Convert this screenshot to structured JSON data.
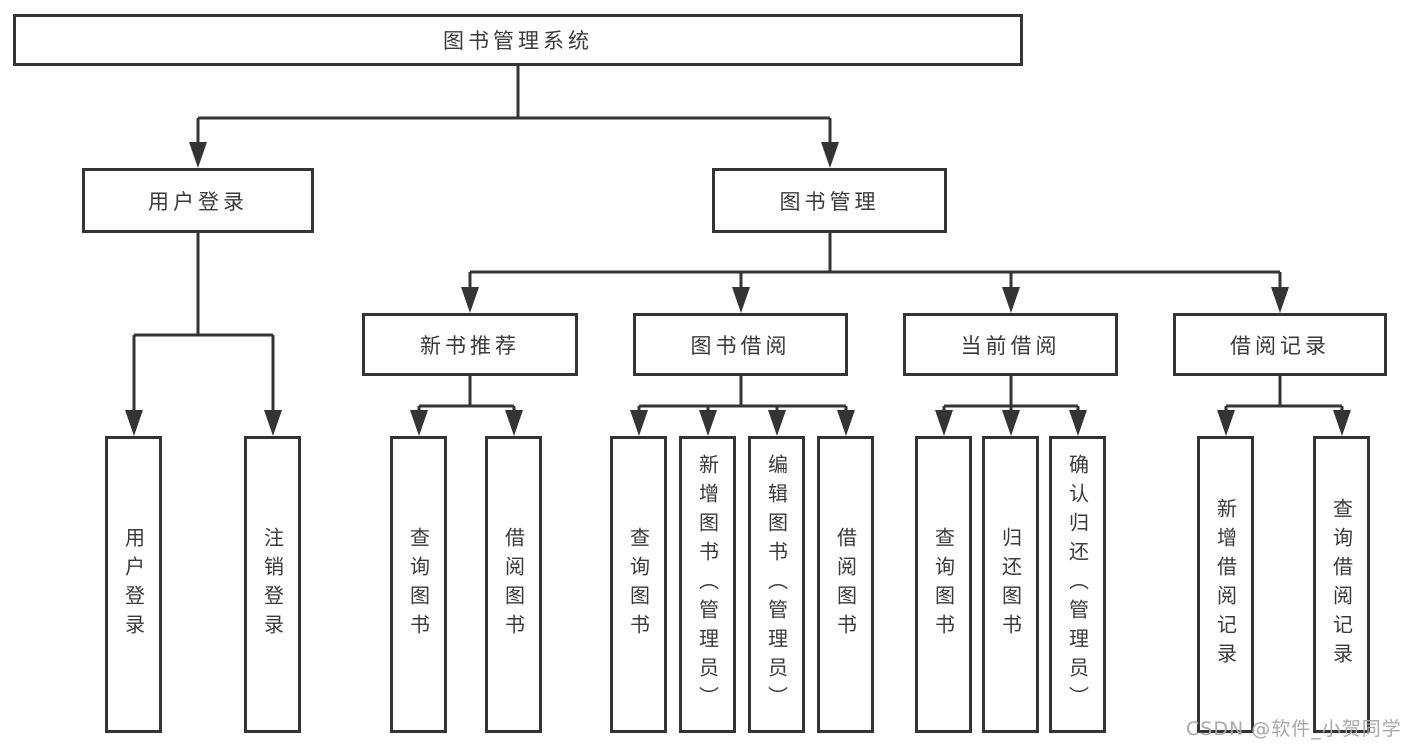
{
  "tree": {
    "label": "图书管理系统",
    "children": [
      {
        "label": "用户登录",
        "children": [
          {
            "label": "用户登录"
          },
          {
            "label": "注销登录"
          }
        ]
      },
      {
        "label": "图书管理",
        "children": [
          {
            "label": "新书推荐",
            "children": [
              {
                "label": "查询图书"
              },
              {
                "label": "借阅图书"
              }
            ]
          },
          {
            "label": "图书借阅",
            "children": [
              {
                "label": "查询图书"
              },
              {
                "label": "新增图书（管理员）"
              },
              {
                "label": "编辑图书（管理员）"
              },
              {
                "label": "借阅图书"
              }
            ]
          },
          {
            "label": "当前借阅",
            "children": [
              {
                "label": "查询图书"
              },
              {
                "label": "归还图书"
              },
              {
                "label": "确认归还（管理员）"
              }
            ]
          },
          {
            "label": "借阅记录",
            "children": [
              {
                "label": "新增借阅记录"
              },
              {
                "label": "查询借阅记录"
              }
            ]
          }
        ]
      }
    ]
  },
  "watermark": {
    "text": "CSDN @软件_小贺同学"
  },
  "colors": {
    "line": "#343434",
    "text": "#3a3a3a",
    "box_fill": "#ffffff",
    "watermark": "#a8a8a8",
    "background": "#ffffff"
  }
}
